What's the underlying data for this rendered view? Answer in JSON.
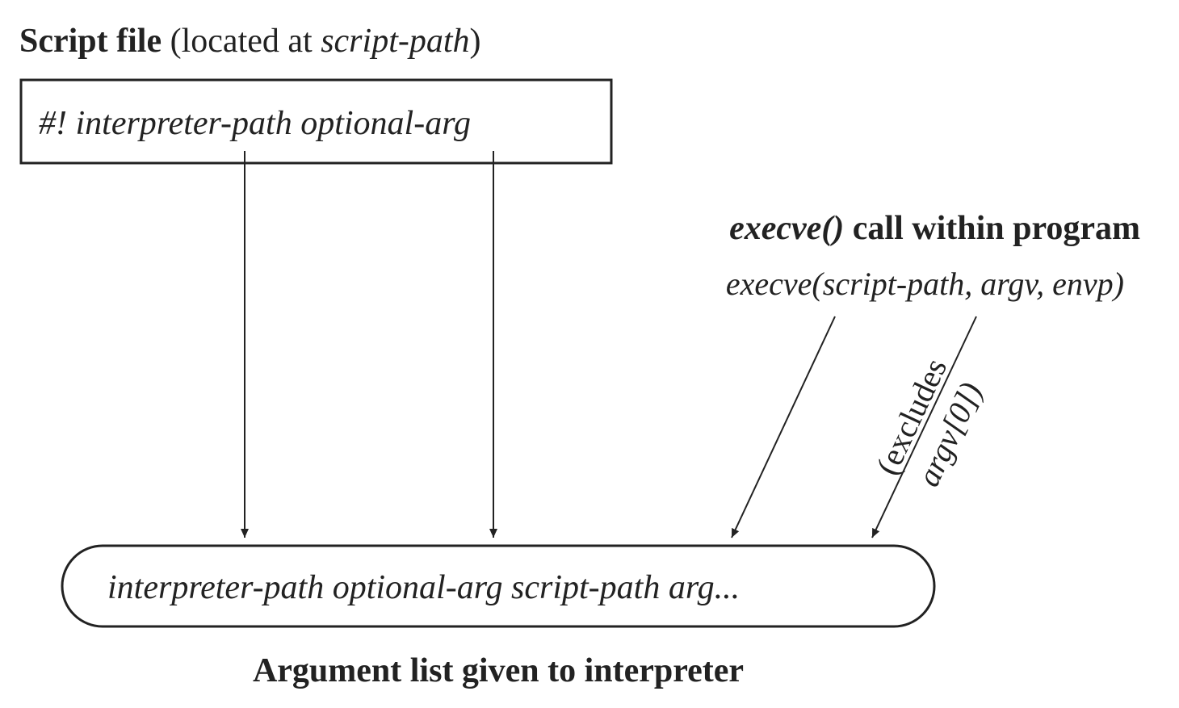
{
  "script_file": {
    "title_bold": "Script file",
    "title_paren_open": " (located at ",
    "title_italic": "script-path",
    "title_paren_close": ")",
    "shebang_line": "#! interpreter-path  optional-arg"
  },
  "execve_call": {
    "heading_italic": "execve()",
    "heading_rest": " call within program",
    "signature": "execve(script-path, argv, envp)",
    "excludes_line1": "(excludes",
    "excludes_line2": "argv[0])"
  },
  "argument_list": {
    "contents": "interpreter-path  optional-arg  script-path  arg...",
    "caption": "Argument list given to interpreter"
  },
  "colors": {
    "stroke": "#222222"
  }
}
